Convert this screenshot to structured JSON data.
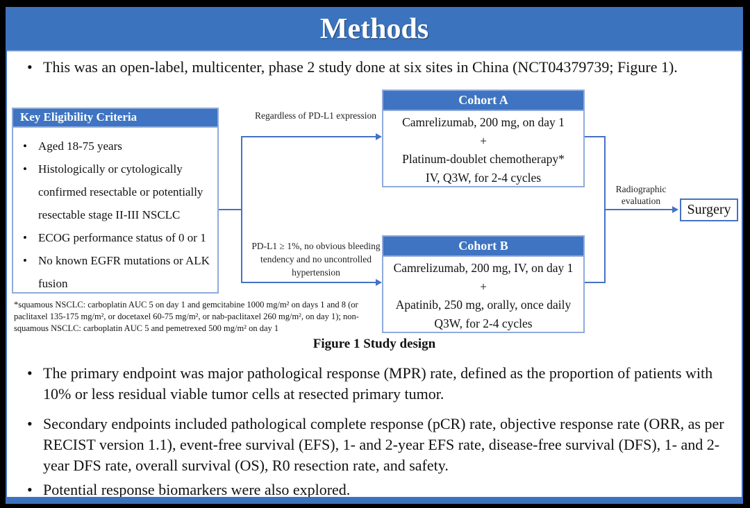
{
  "colors": {
    "title_bar_blue": "#3b73be",
    "box_header_blue": "#3e74c1",
    "box_border_light_blue": "#8faadc",
    "connector_blue": "#4472c4",
    "canvas_black": "#000000",
    "text_black": "#111111",
    "title_text_white": "#ffffff"
  },
  "header": {
    "title": "Methods"
  },
  "intro_bullet": "This was an open-label, multicenter, phase 2 study done at six sites in China (NCT04379739; Figure 1).",
  "figure": {
    "caption": "Figure 1 Study design",
    "eligibility": {
      "title": "Key Eligibility Criteria",
      "items": [
        "Aged 18-75 years",
        "Histologically or cytologically confirmed resectable or potentially resectable stage II-III NSCLC",
        "ECOG performance status of 0 or 1",
        "No known EGFR mutations or ALK fusion"
      ]
    },
    "branch_top_label": "Regardless of PD-L1 expression",
    "branch_bottom_label": "PD-L1 ≥ 1%, no obvious bleeding tendency and no uncontrolled hypertension",
    "cohort_a": {
      "title": "Cohort A",
      "lines": [
        "Camrelizumab, 200 mg, on day 1",
        "+",
        "Platinum-doublet chemotherapy*",
        "IV, Q3W, for 2-4 cycles"
      ]
    },
    "cohort_b": {
      "title": "Cohort B",
      "lines": [
        "Camrelizumab, 200 mg, IV, on day 1",
        "+",
        "Apatinib, 250 mg, orally, once daily",
        "Q3W, for 2-4 cycles"
      ]
    },
    "evaluation_label": "Radiographic evaluation",
    "surgery_label": "Surgery",
    "footnote": "*squamous NSCLC: carboplatin AUC 5 on day 1 and gemcitabine 1000 mg/m² on days 1 and 8 (or paclitaxel 135-175 mg/m², or docetaxel 60-75 mg/m², or nab-paclitaxel 260 mg/m², on day 1); non-squamous NSCLC: carboplatin AUC 5 and pemetrexed 500 mg/m² on day 1"
  },
  "body_bullets": [
    "The primary endpoint was major pathological response (MPR) rate, defined as the proportion of patients with 10% or less residual viable tumor cells at resected primary tumor.",
    "Secondary endpoints included pathological complete response (pCR) rate, objective response rate (ORR, as per RECIST version 1.1), event-free survival (EFS), 1- and 2-year EFS rate, disease-free survival (DFS), 1- and 2-year DFS rate, overall survival (OS), R0 resection rate, and safety.",
    "Potential response biomarkers were also explored."
  ]
}
